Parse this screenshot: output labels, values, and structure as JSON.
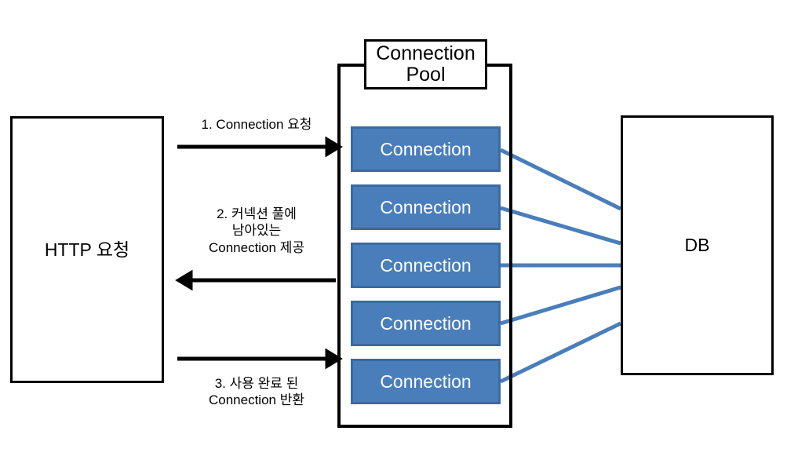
{
  "diagram": {
    "title": "Connection Pool Diagram",
    "background": "#ffffff",
    "line_color": "#000000",
    "wire_color": "#4a7ebb",
    "connection_fill": "#4a7ebb",
    "connection_border": "#3a6aa3",
    "connection_text_color": "#ffffff"
  },
  "client": {
    "label": "HTTP 요청"
  },
  "database": {
    "label": "DB"
  },
  "pool": {
    "title": "Connection\nPool",
    "items": [
      {
        "label": "Connection"
      },
      {
        "label": "Connection"
      },
      {
        "label": "Connection"
      },
      {
        "label": "Connection"
      },
      {
        "label": "Connection"
      }
    ]
  },
  "flows": [
    {
      "id": "request",
      "label": "1. Connection 요청",
      "direction": "right"
    },
    {
      "id": "provide",
      "label": "2. 커넥션 풀에\n남아있는\nConnection 제공",
      "direction": "left"
    },
    {
      "id": "return",
      "label": "3. 사용 완료 된\nConnection 반환",
      "direction": "right"
    }
  ]
}
